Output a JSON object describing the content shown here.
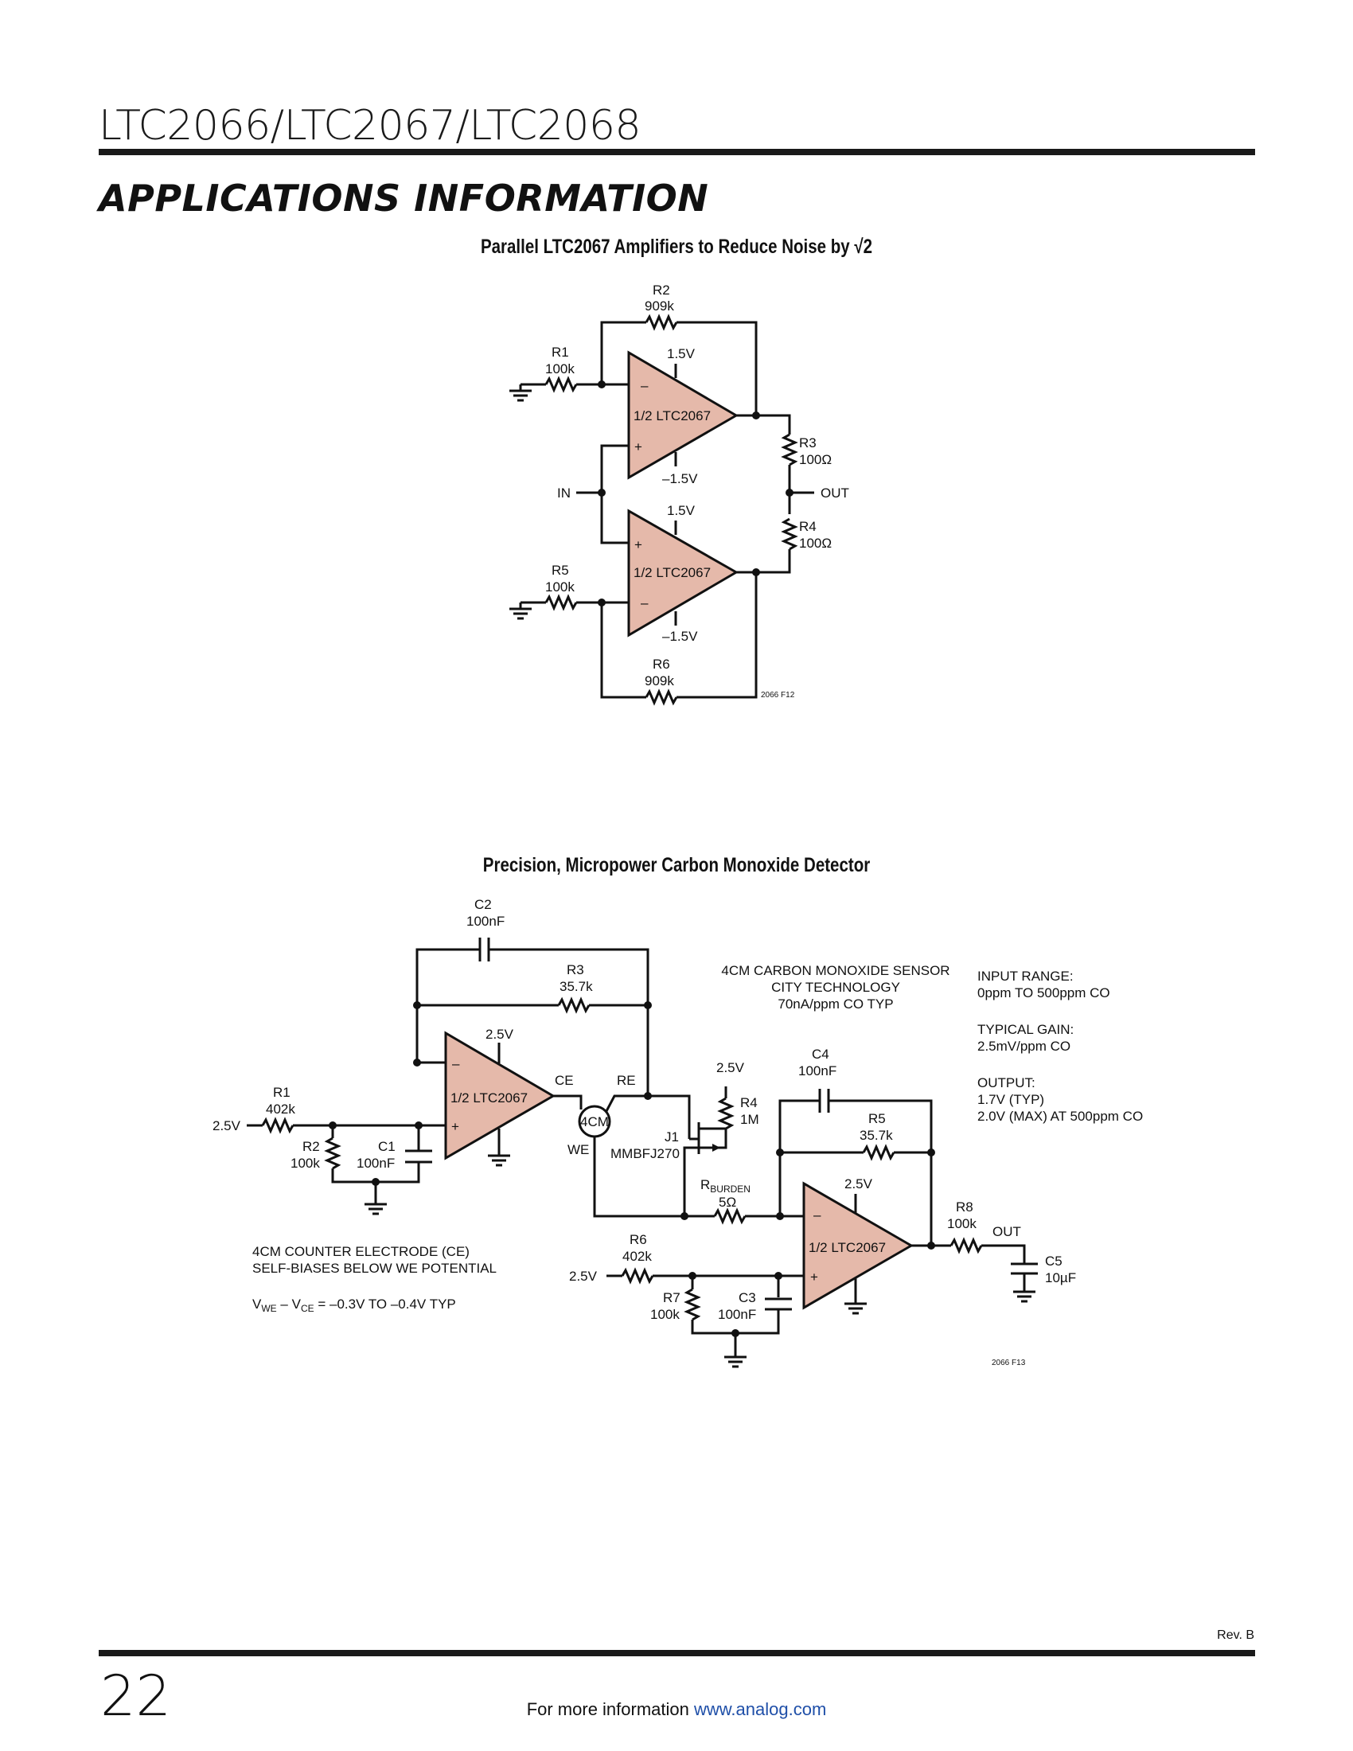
{
  "header": {
    "part_numbers": "LTC2066/LTC2067/LTC2068",
    "section_title": "APPLICATIONS INFORMATION"
  },
  "figure1": {
    "title": "Parallel LTC2067 Amplifiers to Reduce Noise by √2",
    "amp_label": "1/2 LTC2067",
    "supply_pos": "1.5V",
    "supply_neg": "–1.5V",
    "r1": {
      "name": "R1",
      "value": "100k"
    },
    "r2": {
      "name": "R2",
      "value": "909k"
    },
    "r3": {
      "name": "R3",
      "value": "100Ω"
    },
    "r4": {
      "name": "R4",
      "value": "100Ω"
    },
    "r5": {
      "name": "R5",
      "value": "100k"
    },
    "r6": {
      "name": "R6",
      "value": "909k"
    },
    "in_label": "IN",
    "out_label": "OUT",
    "fig_id": "2066 F12"
  },
  "figure2": {
    "title": "Precision, Micropower Carbon Monoxide Detector",
    "amp_label": "1/2 LTC2067",
    "supply": "2.5V",
    "c1": {
      "name": "C1",
      "value": "100nF"
    },
    "c2": {
      "name": "C2",
      "value": "100nF"
    },
    "c3": {
      "name": "C3",
      "value": "100nF"
    },
    "c4": {
      "name": "C4",
      "value": "100nF"
    },
    "c5": {
      "name": "C5",
      "value": "10µF"
    },
    "r1": {
      "name": "R1",
      "value": "402k"
    },
    "r2": {
      "name": "R2",
      "value": "100k"
    },
    "r3": {
      "name": "R3",
      "value": "35.7k"
    },
    "r4": {
      "name": "R4",
      "value": "1M"
    },
    "r5": {
      "name": "R5",
      "value": "35.7k"
    },
    "r6": {
      "name": "R6",
      "value": "402k"
    },
    "r7": {
      "name": "R7",
      "value": "100k"
    },
    "r8": {
      "name": "R8",
      "value": "100k"
    },
    "rburden": {
      "name_main": "R",
      "name_sub": "BURDEN",
      "value": "5Ω"
    },
    "j1": {
      "name": "J1",
      "value": "MMBFJ270"
    },
    "sensor_label": "4CM",
    "pin_ce": "CE",
    "pin_re": "RE",
    "pin_we": "WE",
    "out_label": "OUT",
    "sensor_note": [
      "4CM CARBON MONOXIDE SENSOR",
      "CITY TECHNOLOGY",
      "70nA/ppm CO TYP"
    ],
    "specs": [
      "INPUT RANGE:",
      "0ppm TO 500ppm CO",
      "TYPICAL GAIN:",
      "2.5mV/ppm CO",
      "OUTPUT:",
      "1.7V (TYP)",
      "2.0V (MAX) AT 500ppm CO"
    ],
    "ce_note": [
      "4CM COUNTER ELECTRODE (CE)",
      "SELF-BIASES BELOW WE POTENTIAL"
    ],
    "bias_eq": {
      "v1": "V",
      "s1": "WE",
      "mid": " – V",
      "s2": "CE",
      "tail": " = –0.3V TO –0.4V TYP"
    },
    "fig_id": "2066 F13"
  },
  "footer": {
    "revision": "Rev. B",
    "page_number": "22",
    "more_info": "For more information ",
    "url": "www.analog.com"
  },
  "colors": {
    "amp_fill": "#e5b9aa",
    "ink": "#111111",
    "link": "#1f4fa8"
  }
}
